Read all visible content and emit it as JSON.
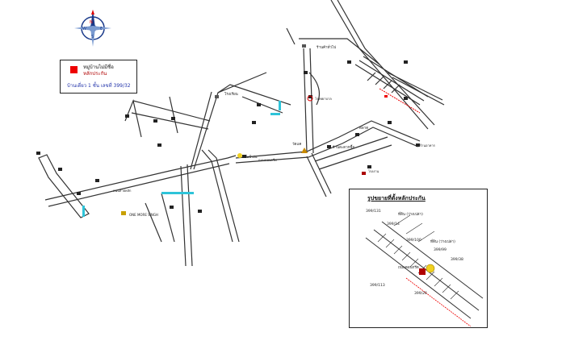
{
  "legend": {
    "title": "หมู่บ้านไม่มีชื่อ",
    "marker_label": "หลักประกัน",
    "property": "บ้านเดี่ยว 1 ชั้น เลขที่ 399/32",
    "marker_color": "#e00000"
  },
  "compass": {
    "n": "N",
    "s": "S",
    "e": "E",
    "w": "W",
    "icon": "compass-rose-icon"
  },
  "inset": {
    "title": "รูปขยายที่ตั้งหลักประกัน",
    "labels": [
      "399/131",
      "ที่ดิน (ว่างเปล่า)",
      "399/14",
      "399/100",
      "ที่ดิน (ว่างเปล่า)",
      "399/99",
      "399/38",
      "399/113",
      "ถนนคอนกรีต",
      "399/26"
    ]
  },
  "places": {
    "top_mid": "ร้านค้าทั่วไป",
    "temple": "วัดแค",
    "school": "โรงเรียน",
    "store": "ร้านสะดวกซื้อ",
    "market": "ตลาด",
    "left_road": "ถนนสายหลัก",
    "mid_road": "ถนนคอนกรีต",
    "sign": "ONE MORE SINGH",
    "gas": "ปั๊มน้ำมัน",
    "right_shop": "ร้านอาหาร",
    "factory": "โรงงาน",
    "hospital": "โรงพยาบาล"
  }
}
